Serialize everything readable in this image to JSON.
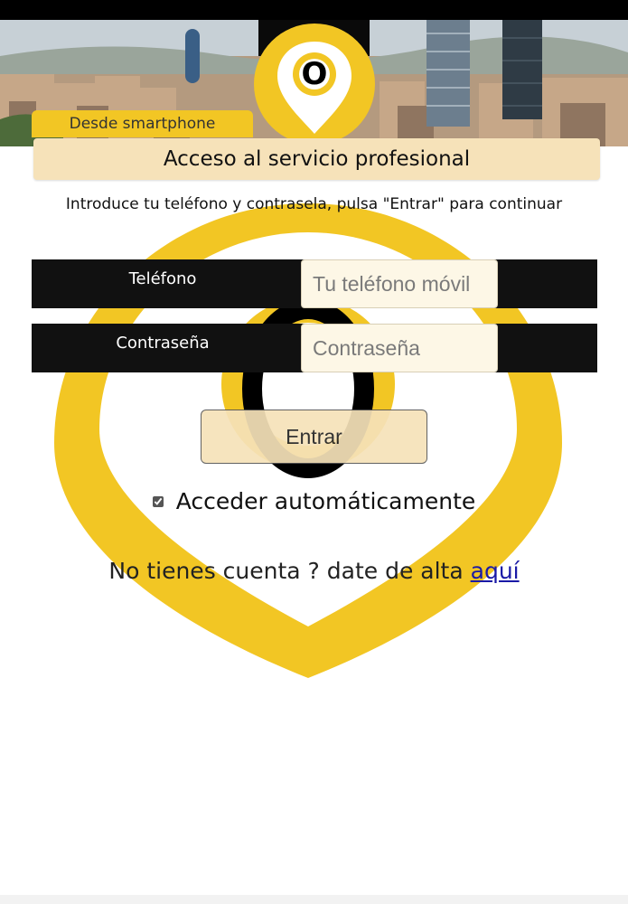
{
  "header": {
    "tab_label": "Desde smartphone",
    "title": "Acceso al servicio profesional"
  },
  "logo": {
    "letter": "O"
  },
  "instructions": "Introduce tu teléfono y contrasela, pulsa \"Entrar\" para continuar",
  "form": {
    "phone_label": "Teléfono",
    "phone_placeholder": "Tu teléfono móvil",
    "password_label": "Contraseña",
    "password_placeholder": "Contraseña",
    "submit_label": "Entrar"
  },
  "auto_login": {
    "label": "Acceder automáticamente",
    "checked": true
  },
  "signup": {
    "prefix": "No tienes cuenta ? date de alta ",
    "link": "aquí"
  },
  "colors": {
    "brand_yellow": "#f2c624",
    "cream": "#f6e2b9",
    "dark_row": "#111111",
    "link": "#1a1aa6"
  }
}
